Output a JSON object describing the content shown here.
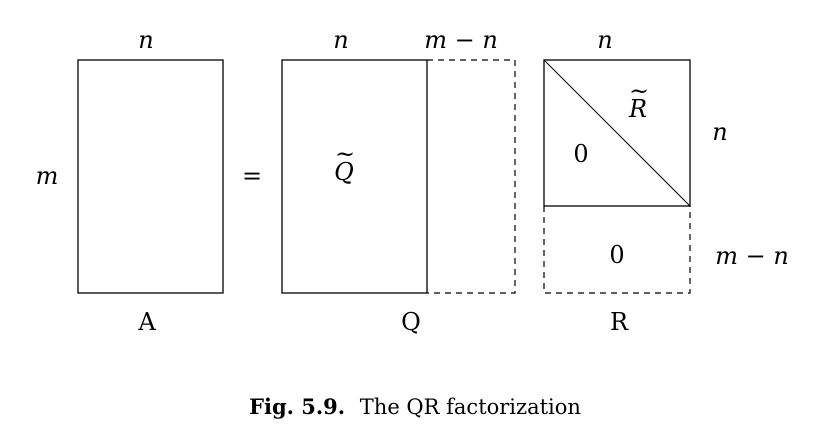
{
  "figure": {
    "caption_prefix": "Fig. 5.9.",
    "caption_text": "The QR factorization"
  },
  "matrix_a": {
    "name": "A",
    "cols_label": "n",
    "rows_label": "m"
  },
  "equals": "=",
  "matrix_q": {
    "name": "Q",
    "cols_label": "n",
    "extra_cols_label": "m − n",
    "block_label": "Q",
    "block_tilde": "~"
  },
  "matrix_r": {
    "name": "R",
    "cols_label": "n",
    "rows_label": "n",
    "extra_rows_label": "m − n",
    "upper_label": "R",
    "upper_tilde": "~",
    "lower_triangle_label": "0",
    "bottom_block_label": "0"
  },
  "colors": {
    "stroke": "#000000",
    "background": "#ffffff"
  }
}
